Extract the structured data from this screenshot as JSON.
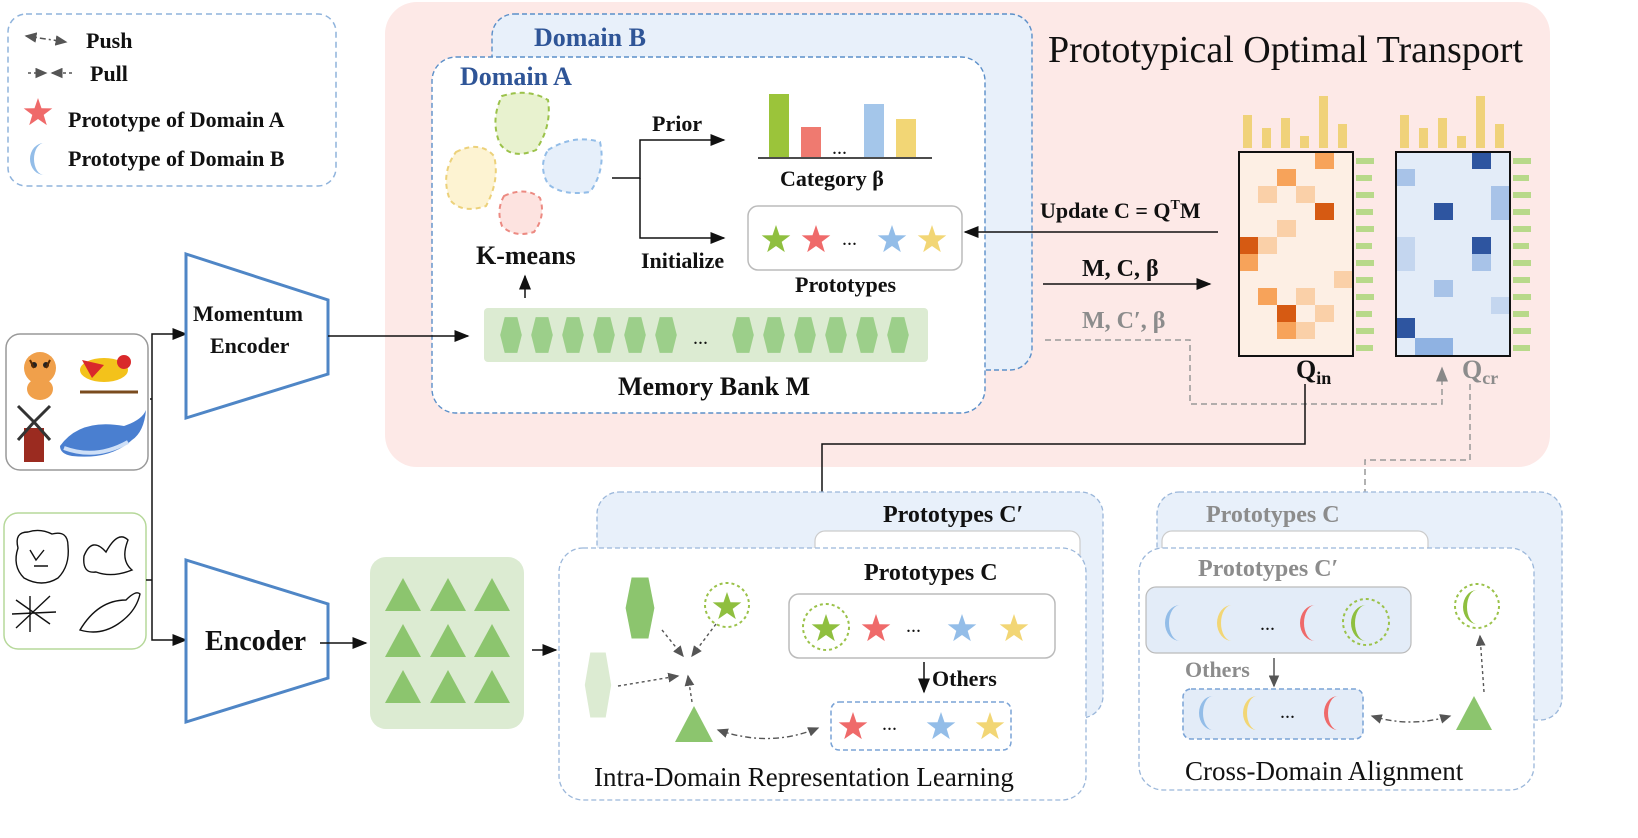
{
  "legend": {
    "push": "Push",
    "pull": "Pull",
    "prototype_a": "Prototype of Domain A",
    "prototype_b": "Prototype of Domain B"
  },
  "pot": {
    "title": "Prototypical Optimal Transport",
    "domain_a": "Domain A",
    "domain_b": "Domain B",
    "kmeans": "K-means",
    "prior": "Prior",
    "initialize": "Initialize",
    "category": "Category β",
    "prototypes": "Prototypes",
    "memory_bank": "Memory Bank M",
    "update": "Update C = Q",
    "update_sup": "T",
    "update_tail": "M",
    "mcb": "M, C, β",
    "mcb_prime": "M, C′, β",
    "q_in": "Q",
    "q_in_sub": "in",
    "q_cr": "Q",
    "q_cr_sub": "cr",
    "ellipsis": "..."
  },
  "encoders": {
    "momentum_line1": "Momentum",
    "momentum_line2": "Encoder",
    "encoder": "Encoder"
  },
  "intra": {
    "prototypes_c_prime": "Prototypes C′",
    "prototypes_c": "Prototypes C",
    "others": "Others",
    "caption": "Intra-Domain Representation Learning"
  },
  "cross": {
    "prototypes_c": "Prototypes C",
    "prototypes_c_prime": "Prototypes C′",
    "others": "Others",
    "caption": "Cross-Domain Alignment"
  },
  "colors": {
    "pot_bg": "#fde9e7",
    "domain_bg": "#e8f0fa",
    "blue_border": "#5b8fc9",
    "green": "#8fbf3f",
    "red": "#ef7a70",
    "blue_item": "#93bde8",
    "yellow": "#f2d675",
    "hex_green": "#9ccf8a",
    "tri_green": "#8cc56e",
    "feature_bg": "#dcebd2"
  }
}
